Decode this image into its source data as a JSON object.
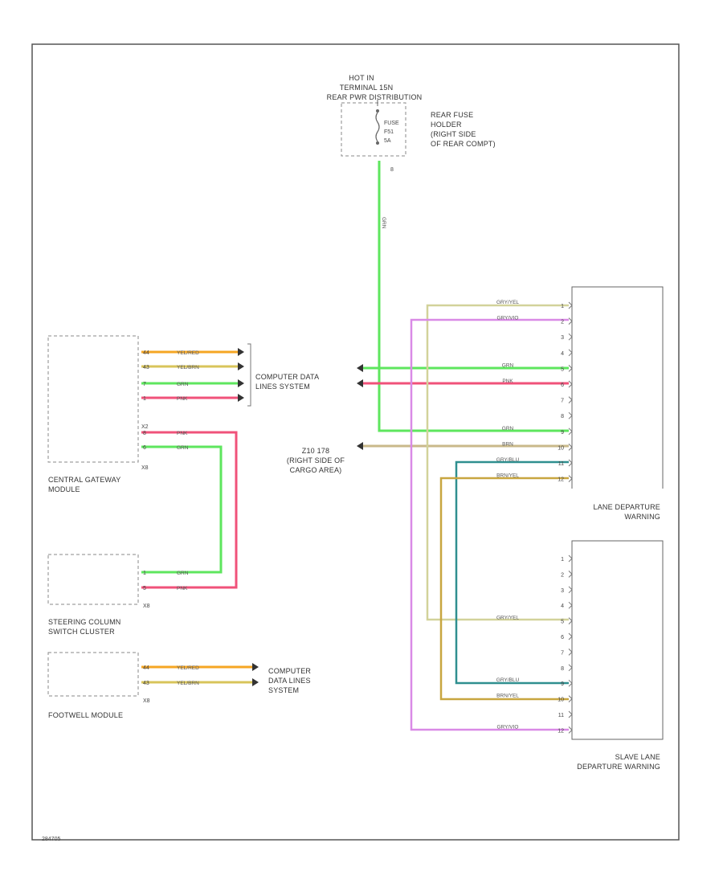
{
  "colors": {
    "grn": "#5ee65e",
    "pnk": "#f0527a",
    "yel_red": "#f5a623",
    "yel_brn": "#d8c45a",
    "gry_yel": "#d2d29a",
    "gry_vio": "#d98ae6",
    "brn": "#c9b98a",
    "gry_blu": "#2f8f8f",
    "brn_yel": "#c8a640"
  },
  "fuse": {
    "hot_line1": "HOT IN",
    "hot_line2": "TERMINAL 15N",
    "hot_line3": "REAR PWR DISTRIBUTION",
    "fuse_line1": "FUSE",
    "fuse_line2": "F51",
    "fuse_line3": "5A",
    "holder_line1": "REAR FUSE",
    "holder_line2": "HOLDER",
    "holder_line3": "(RIGHT SIDE",
    "holder_line4": "OF REAR COMPT)",
    "pin": "8"
  },
  "modules": {
    "gateway": {
      "line1": "CENTRAL GATEWAY",
      "line2": "MODULE",
      "conn1": "X2",
      "conn2": "X8"
    },
    "steering": {
      "line1": "STEERING COLUMN",
      "line2": "SWITCH CLUSTER",
      "conn": "X8"
    },
    "footwell": {
      "line1": "FOOTWELL MODULE",
      "conn": "X8"
    }
  },
  "gateway_wires": [
    {
      "pin": "44",
      "color": "YEL/RED"
    },
    {
      "pin": "43",
      "color": "YEL/BRN"
    },
    {
      "pin": "7",
      "color": "GRN"
    },
    {
      "pin": "1",
      "color": "PNK"
    },
    {
      "pin": "8",
      "color": "PNK"
    },
    {
      "pin": "6",
      "color": "GRN"
    }
  ],
  "steering_wires": [
    {
      "pin": "1",
      "color": "GRN"
    },
    {
      "pin": "5",
      "color": "PNK"
    }
  ],
  "footwell_wires": [
    {
      "pin": "44",
      "color": "YEL/RED"
    },
    {
      "pin": "43",
      "color": "YEL/BRN"
    }
  ],
  "computer_lines": {
    "line1": "COMPUTER DATA",
    "line2": "LINES SYSTEM"
  },
  "computer_lines2": {
    "line1": "COMPUTER",
    "line2": "DATA LINES",
    "line3": "SYSTEM"
  },
  "ground": {
    "line1": "Z10 178",
    "line2": "(RIGHT SIDE OF",
    "line3": "CARGO AREA)"
  },
  "fuse_wire_color": "GRN",
  "lane_pins": [
    "1",
    "2",
    "3",
    "4",
    "5",
    "6",
    "7",
    "8",
    "9",
    "10",
    "11",
    "12"
  ],
  "lane_wires": [
    {
      "pin": "1",
      "color": "GRY/YEL"
    },
    {
      "pin": "2",
      "color": "GRY/VIO"
    },
    {
      "pin": "5",
      "color": "GRN"
    },
    {
      "pin": "6",
      "color": "PNK"
    },
    {
      "pin": "9",
      "color": "GRN"
    },
    {
      "pin": "10",
      "color": "BRN"
    },
    {
      "pin": "11",
      "color": "GRY/BLU"
    },
    {
      "pin": "12",
      "color": "BRN/YEL"
    }
  ],
  "lane_module": {
    "line1": "LANE DEPARTURE",
    "line2": "WARNING"
  },
  "slave_pins": [
    "1",
    "2",
    "3",
    "4",
    "5",
    "6",
    "7",
    "8",
    "9",
    "10",
    "11",
    "12"
  ],
  "slave_wires": [
    {
      "pin": "5",
      "color": "GRY/YEL"
    },
    {
      "pin": "9",
      "color": "GRY/BLU"
    },
    {
      "pin": "10",
      "color": "BRN/YEL"
    },
    {
      "pin": "12",
      "color": "GRY/VIO"
    }
  ],
  "slave_module": {
    "line1": "SLAVE LANE",
    "line2": "DEPARTURE WARNING"
  },
  "figure_id": "284705"
}
